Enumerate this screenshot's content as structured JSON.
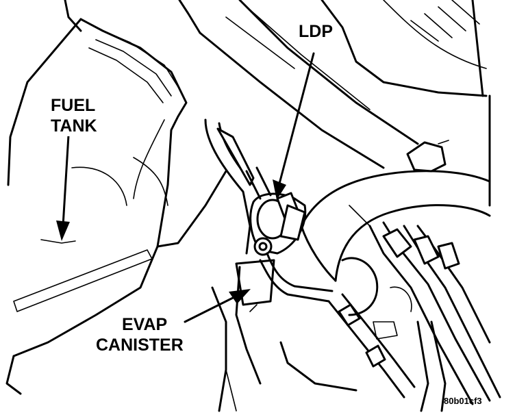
{
  "labels": {
    "ldp": "LDP",
    "fuel_tank_line1": "FUEL",
    "fuel_tank_line2": "TANK",
    "evap_line1": "EVAP",
    "evap_line2": "CANISTER"
  },
  "figure_code": "80b01cf3"
}
